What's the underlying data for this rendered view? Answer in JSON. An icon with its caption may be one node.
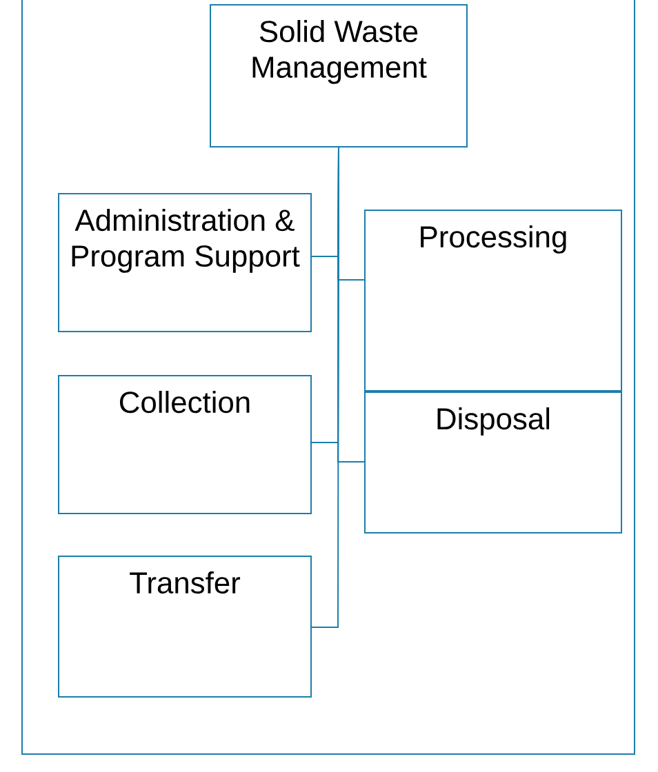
{
  "diagram": {
    "nodes": [
      {
        "text": [
          "Solid Waste Management"
        ]
      },
      {
        "text": [
          "Administration & Program Support"
        ]
      },
      {
        "text": [
          "Processing"
        ]
      },
      {
        "text": [
          "Collection"
        ]
      },
      {
        "text": [
          "Disposal"
        ]
      },
      {
        "text": [
          "Transfer"
        ]
      }
    ],
    "edges": [
      {
        "from": 0,
        "to": 1,
        "arrow": "none"
      },
      {
        "from": 0,
        "to": 2,
        "arrow": "none"
      },
      {
        "from": 0,
        "to": 3,
        "arrow": "none"
      },
      {
        "from": 0,
        "to": 4,
        "arrow": "none"
      },
      {
        "from": 0,
        "to": 5,
        "arrow": "none"
      }
    ]
  }
}
